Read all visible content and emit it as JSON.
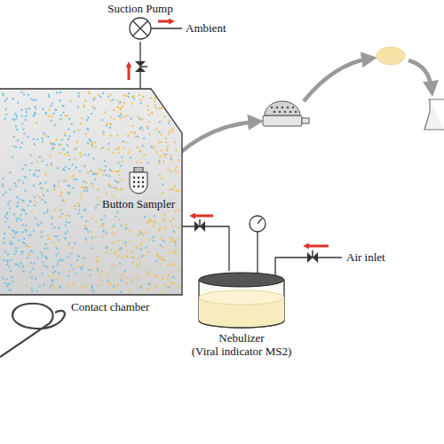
{
  "diagram": {
    "nodes": [
      {
        "text": [
          "Suction Pump"
        ]
      },
      {
        "text": [
          "Contact chamber"
        ]
      },
      {
        "text": [
          "Button Sampler"
        ],
        "in": 1
      },
      {
        "text": [
          "Nebulizer",
          "(Viral indicator MS2)"
        ]
      }
    ],
    "edges": [
      {
        "from": 2,
        "to": 0,
        "arrow": "none"
      },
      {
        "from": 3,
        "to": 1,
        "arrow": "none"
      }
    ],
    "labels": [
      "Ambient",
      "Air inlet"
    ]
  }
}
